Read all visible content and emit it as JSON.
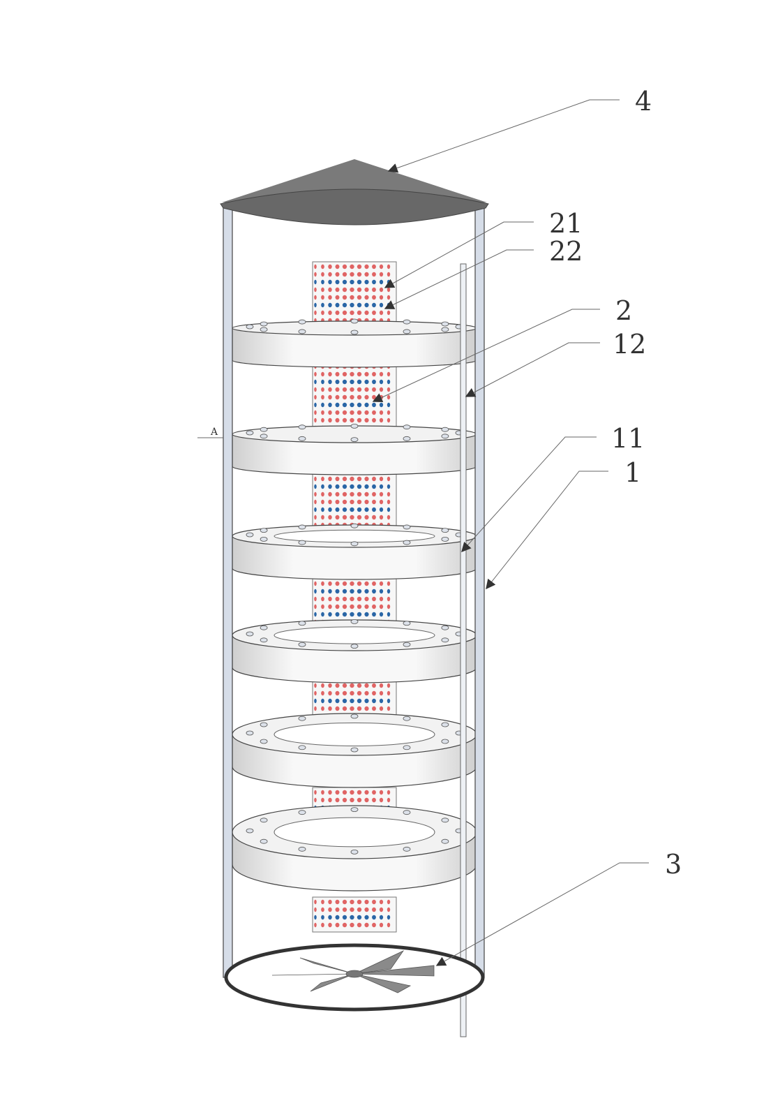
{
  "labels": {
    "roof": "4",
    "hole_red": "21",
    "hole_blue": "22",
    "tube": "2",
    "rod": "12",
    "flange": "11",
    "pole": "1",
    "fan": "3",
    "section": "A"
  },
  "colors": {
    "roof": "#686868",
    "dot_red": "#e06464",
    "dot_blue": "#2a66a6",
    "pole": "#d6dde8",
    "ring": "#f2f2f2",
    "ring_inner": "#555555"
  }
}
